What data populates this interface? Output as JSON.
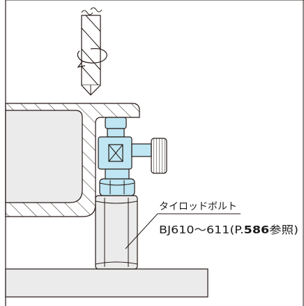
{
  "labels": {
    "part_name": "タイロッドボルト",
    "part_ref_prefix": "BJ610〜611(P.",
    "part_ref_page": "586",
    "part_ref_suffix": "参照)"
  },
  "colors": {
    "line": "#231815",
    "bolt_fill": "#bfe6f2",
    "body_fill": "#ebebeb",
    "ground_fill": "#e8e8e8",
    "frame_fill": "#ffffff"
  },
  "icons": {
    "drill": "drill-bit-icon",
    "rotation": "rotation-arrow-icon",
    "valve": "valve-icon",
    "knob": "knurled-knob-icon"
  }
}
